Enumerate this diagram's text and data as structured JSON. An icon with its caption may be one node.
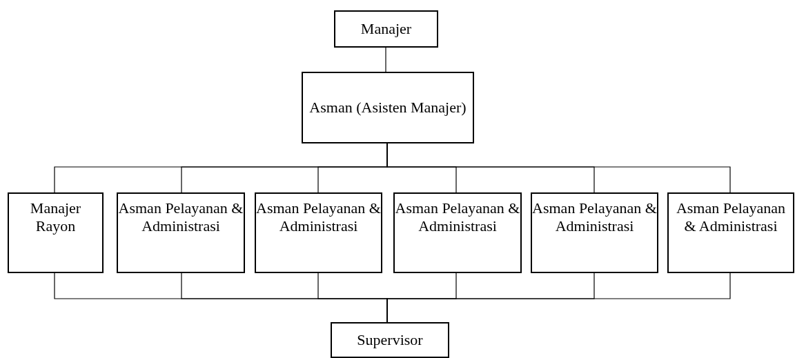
{
  "diagram": {
    "nodes": [
      {
        "text": [
          "Manajer"
        ]
      },
      {
        "text": [
          "Asman (Asisten Manajer)"
        ]
      },
      {
        "text": [
          "Manajer Rayon"
        ]
      },
      {
        "text": [
          "Asman Pelayanan & Administrasi"
        ]
      },
      {
        "text": [
          "Asman Pelayanan & Administrasi"
        ]
      },
      {
        "text": [
          "Asman Pelayanan & Administrasi"
        ]
      },
      {
        "text": [
          "Asman Pelayanan & Administrasi"
        ]
      },
      {
        "text": [
          "Asman Pelayanan & Administrasi"
        ]
      },
      {
        "text": [
          "Supervisor"
        ]
      }
    ],
    "edges": [
      {
        "from": 0,
        "to": 1,
        "arrow": "none"
      },
      {
        "from": 1,
        "to": 2,
        "arrow": "none"
      },
      {
        "from": 1,
        "to": 3,
        "arrow": "none"
      },
      {
        "from": 1,
        "to": 4,
        "arrow": "none"
      },
      {
        "from": 1,
        "to": 5,
        "arrow": "none"
      },
      {
        "from": 1,
        "to": 6,
        "arrow": "none"
      },
      {
        "from": 1,
        "to": 7,
        "arrow": "none"
      },
      {
        "from": 2,
        "to": 8,
        "arrow": "none"
      },
      {
        "from": 3,
        "to": 8,
        "arrow": "none"
      },
      {
        "from": 4,
        "to": 8,
        "arrow": "none"
      },
      {
        "from": 5,
        "to": 8,
        "arrow": "none"
      },
      {
        "from": 6,
        "to": 8,
        "arrow": "none"
      },
      {
        "from": 7,
        "to": 8,
        "arrow": "none"
      }
    ]
  }
}
